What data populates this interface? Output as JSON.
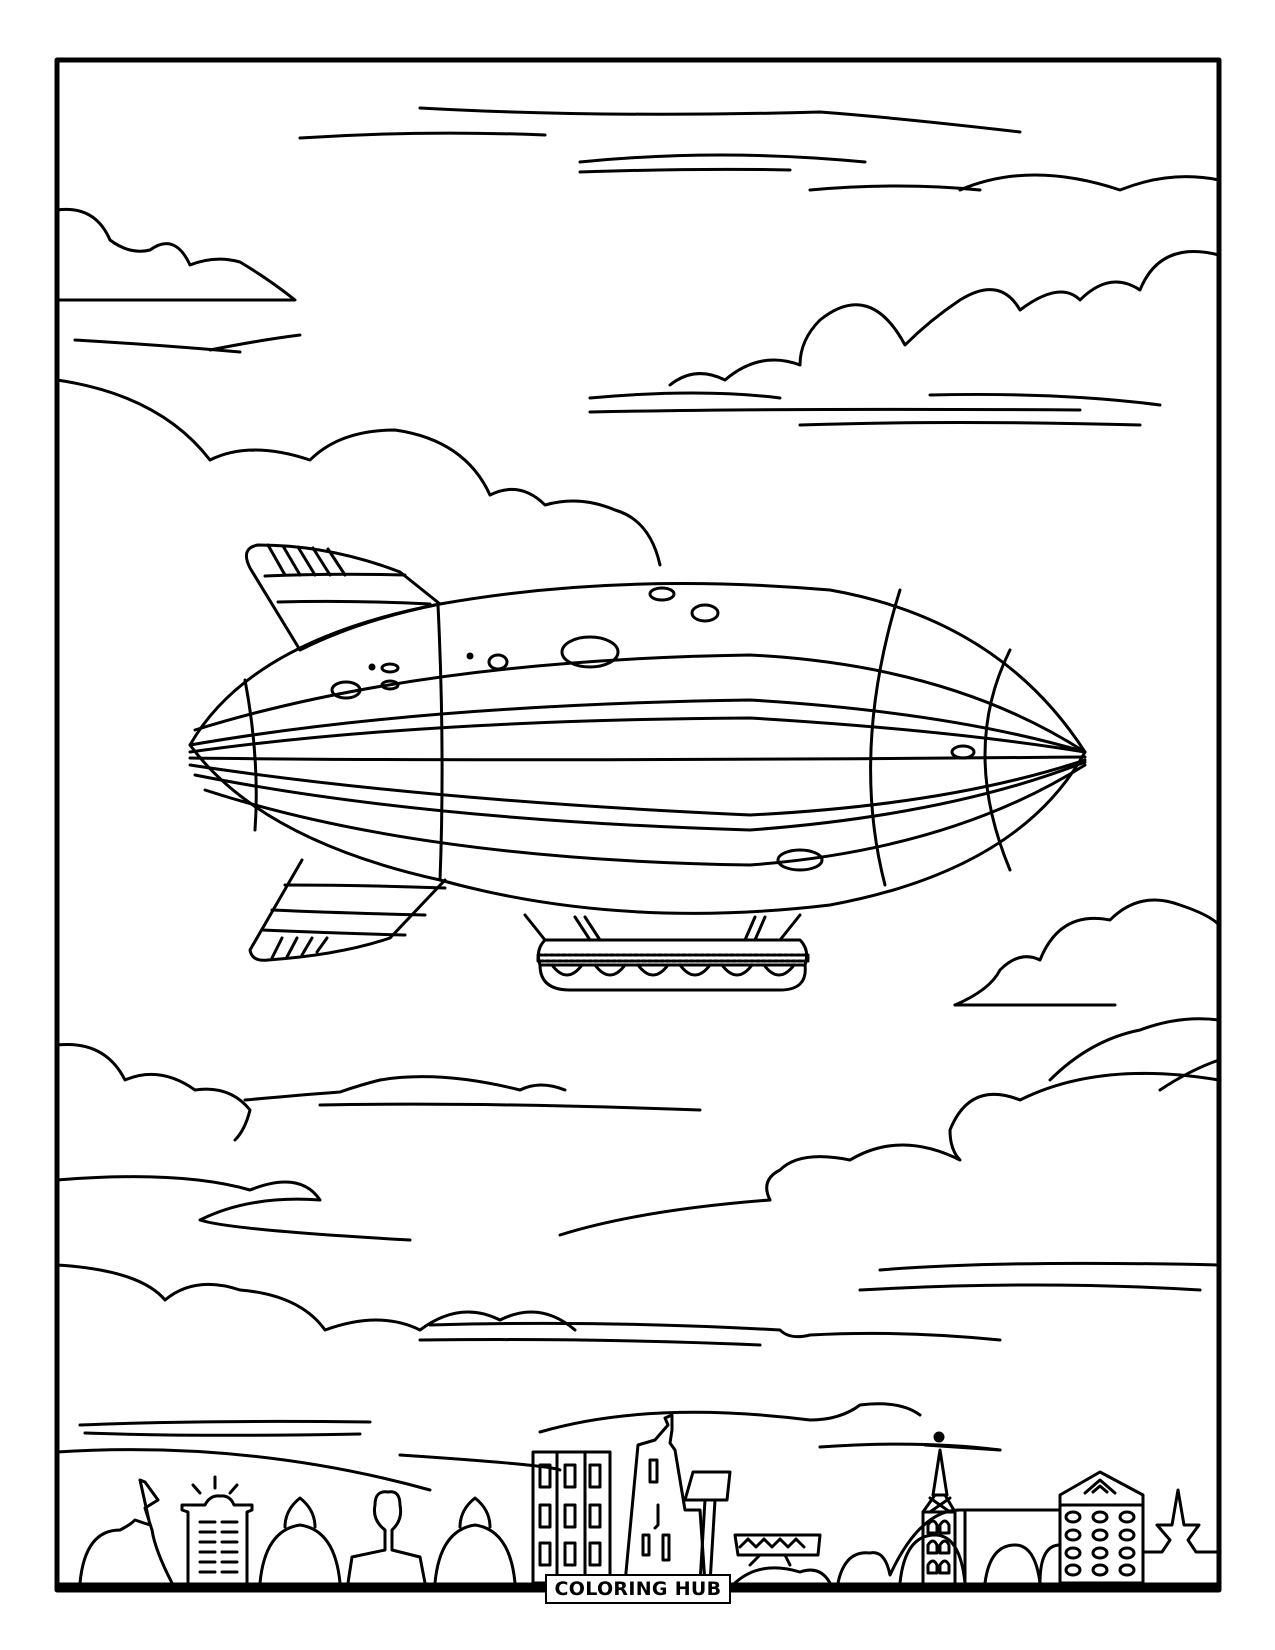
{
  "page": {
    "type": "coloring-page",
    "subject": "airship-over-city",
    "line_color": "#000000",
    "background_color": "#ffffff"
  },
  "logo": {
    "text": "COLORING HUB"
  },
  "illustration": {
    "elements": [
      "frame",
      "clouds",
      "wind-streaks",
      "airship",
      "airship-gondola",
      "city-skyline"
    ]
  }
}
